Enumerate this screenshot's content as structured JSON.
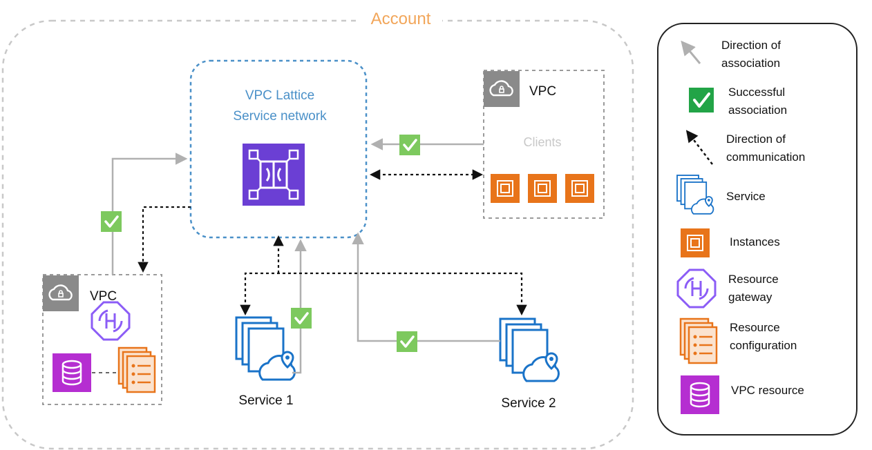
{
  "account": {
    "title": "Account"
  },
  "service_network": {
    "line1": "VPC Lattice",
    "line2": "Service network"
  },
  "vpc_clients": {
    "label": "VPC",
    "clients_label": "Clients"
  },
  "vpc_resource_side": {
    "label": "VPC"
  },
  "services": [
    {
      "label": "Service 1"
    },
    {
      "label": "Service 2"
    }
  ],
  "legend": {
    "items": [
      {
        "icon": "gray-arrow-icon",
        "line1": "Direction of",
        "line2": "association"
      },
      {
        "icon": "green-check-icon",
        "line1": "Successful",
        "line2": "association"
      },
      {
        "icon": "dashed-arrow-icon",
        "line1": "Direction of",
        "line2": "communication"
      },
      {
        "icon": "service-icon",
        "line1": "Service",
        "line2": ""
      },
      {
        "icon": "instances-icon",
        "line1": "Instances",
        "line2": ""
      },
      {
        "icon": "resource-gateway-icon",
        "line1": "Resource",
        "line2": "gateway"
      },
      {
        "icon": "resource-configuration-icon",
        "line1": "Resource",
        "line2": "configuration"
      },
      {
        "icon": "vpc-resource-icon",
        "line1": "VPC resource",
        "line2": ""
      }
    ]
  },
  "colors": {
    "account_border": "#c8c8c8",
    "account_title": "#f2a65a",
    "service_network_border": "#4a90c8",
    "lattice_purple": "#6b3fd4",
    "instance_orange": "#e8741a",
    "vpc_resource_magenta": "#b52ed1",
    "service_blue": "#1a73c8",
    "check_green": "#7dc95e",
    "association_gray": "#b0b0b0"
  }
}
